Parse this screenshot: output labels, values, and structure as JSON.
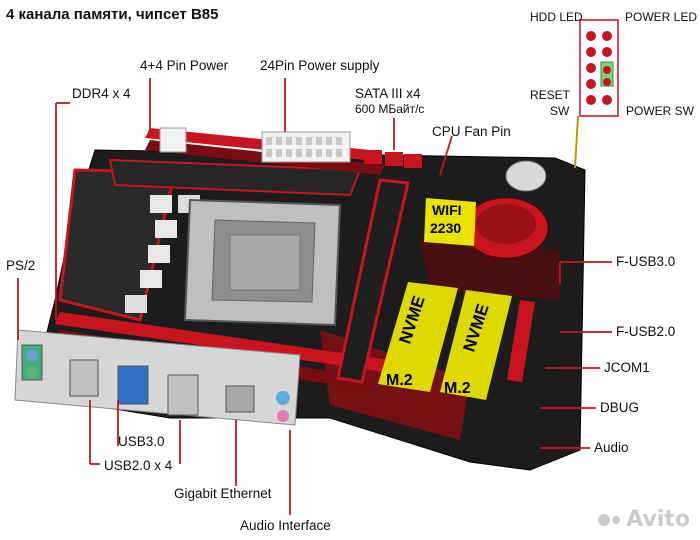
{
  "title": "4 канала памяти, чипсет B85",
  "labels": {
    "pin_power": "4+4 Pin Power",
    "atx_power": "24Pin Power supply",
    "ddr4": "DDR4 x 4",
    "sata": "SATA III x4",
    "sata_speed": "600 МБайт/с",
    "cpu_fan": "CPU Fan Pin",
    "ps2": "PS/2",
    "fusb3": "F-USB3.0",
    "fusb2": "F-USB2.0",
    "jcom": "JCOM1",
    "dbug": "DBUG",
    "audio": "Audio",
    "usb3": "USB3.0",
    "usb2": "USB2.0 x 4",
    "ethernet": "Gigabit Ethernet",
    "audio_iface": "Audio Interface"
  },
  "front_panel": {
    "hdd_led": "HDD LED",
    "power_led": "POWER LED",
    "reset_sw": "RESET",
    "reset_sw2": "SW",
    "power_sw": "POWER SW"
  },
  "board": {
    "wifi_line1": "WIFI",
    "wifi_line2": "2230",
    "nvme1": "NVME",
    "nvme2": "NVME",
    "m2_1": "M.2",
    "m2_2": "M.2"
  },
  "watermark": "Avito",
  "colors": {
    "board": "#1b1b1b",
    "accent_red": "#c8141e",
    "highlight_yellow": "#e8e400"
  }
}
